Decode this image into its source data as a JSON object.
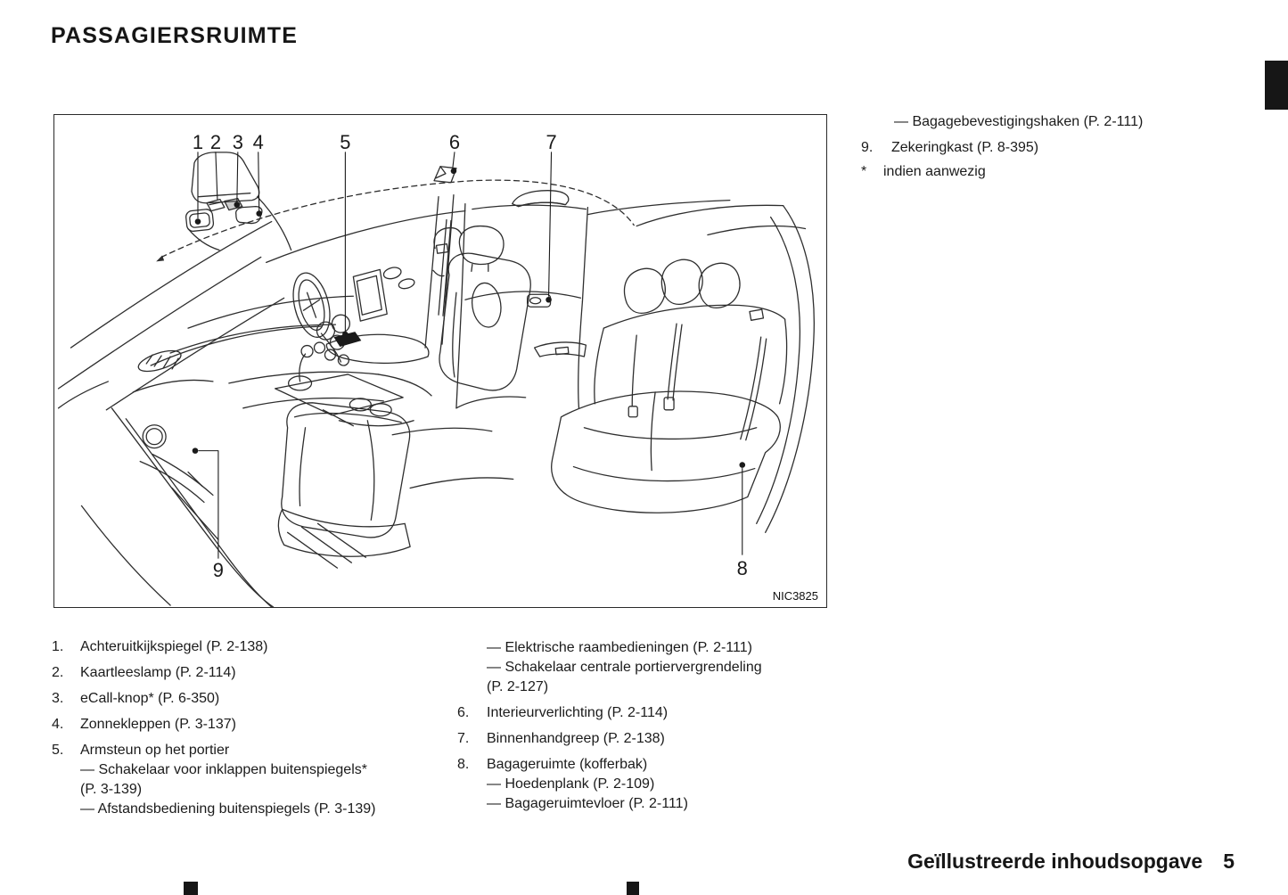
{
  "page": {
    "title": "PASSAGIERSRUIMTE",
    "footer_label": "Geïllustreerde inhoudsopgave",
    "footer_page": "5"
  },
  "figure": {
    "code": "NIC3825",
    "callouts": [
      "1",
      "2",
      "3",
      "4",
      "5",
      "6",
      "7",
      "8",
      "9"
    ]
  },
  "legend": {
    "left": [
      {
        "num": "1.",
        "text": "Achteruitkijkspiegel (P. 2-138)"
      },
      {
        "num": "2.",
        "text": "Kaartleeslamp (P. 2-114)"
      },
      {
        "num": "3.",
        "text": "eCall-knop* (P. 6-350)"
      },
      {
        "num": "4.",
        "text": "Zonnekleppen (P. 3-137)"
      },
      {
        "num": "5.",
        "text": "Armsteun op het portier",
        "sub": [
          "— Schakelaar voor inklappen buitenspiegels*",
          "(P. 3-139)",
          "— Afstandsbediening buitenspiegels (P. 3-139)"
        ]
      }
    ],
    "middle": {
      "continuation": [
        "— Elektrische raambedieningen (P. 2-111)",
        "— Schakelaar centrale portiervergrendeling",
        "(P. 2-127)"
      ],
      "items": [
        {
          "num": "6.",
          "text": "Interieurverlichting (P. 2-114)"
        },
        {
          "num": "7.",
          "text": "Binnenhandgreep (P. 2-138)"
        },
        {
          "num": "8.",
          "text": "Bagageruimte (kofferbak)",
          "sub": [
            "— Hoedenplank (P. 2-109)",
            "— Bagageruimtevloer (P. 2-111)"
          ]
        }
      ]
    },
    "right": {
      "continuation": "— Bagagebevestigingshaken (P. 2-111)",
      "item": {
        "num": "9.",
        "text": "Zekeringkast (P. 8-395)"
      },
      "footnote_marker": "*",
      "footnote_text": "indien aanwezig"
    }
  },
  "colors": {
    "ink": "#1b1b1b",
    "line": "#2e2e2e"
  }
}
